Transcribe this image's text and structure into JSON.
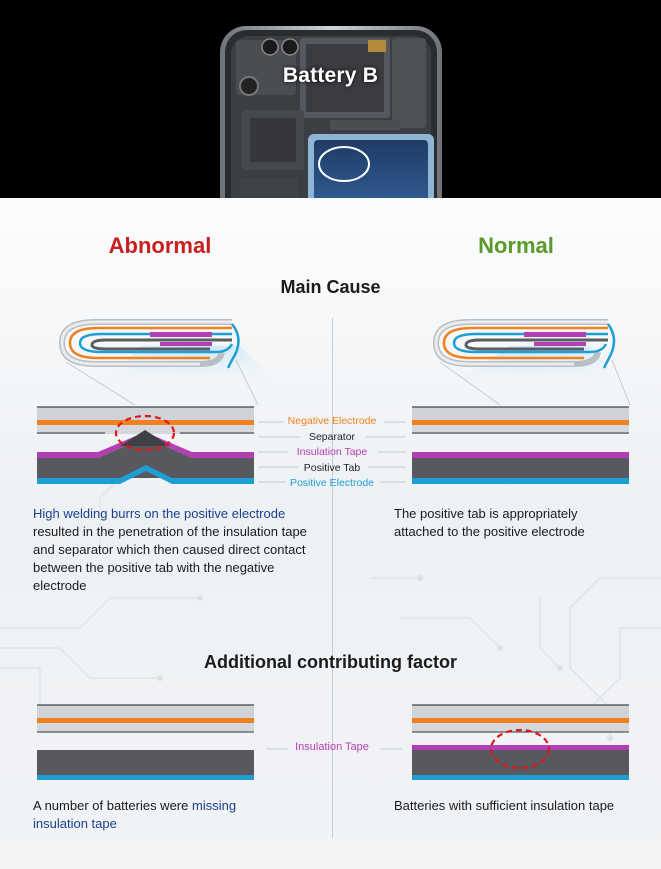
{
  "hero": {
    "title": "Battery B"
  },
  "columns": {
    "abnormal": "Abnormal",
    "normal": "Normal"
  },
  "sections": {
    "main_cause": "Main Cause",
    "additional": "Additional contributing factor"
  },
  "layer_labels": {
    "negative_electrode": "Negative Electrode",
    "separator": "Separator",
    "insulation_tape": "Insulation Tape",
    "positive_tab": "Positive Tab",
    "positive_electrode": "Positive Electrode"
  },
  "main_cause": {
    "abnormal_desc": {
      "highlight": "High welding burrs on the positive electrode",
      "rest": " resulted in the penetration of the insulation tape and separator which then caused direct contact between the positive tab with the negative electrode"
    },
    "normal_desc": "The positive tab is appropriately attached to the positive electrode"
  },
  "additional": {
    "label": "Insulation Tape",
    "abnormal_desc": {
      "plain": "A number of batteries were ",
      "highlight": "missing insulation tape"
    },
    "normal_desc": "Batteries with sufficient insulation tape"
  },
  "colors": {
    "abnormal": "#c8201f",
    "normal": "#5a9a2a",
    "negative_electrode": "#f0811e",
    "insulation_tape": "#b43fb4",
    "positive_electrode": "#1d9fd6",
    "highlight_text": "#1a3f8f",
    "marker": "#e0161b"
  },
  "icons": [
    "phone-internals-image",
    "battery-highlight-ellipse",
    "folded-cell-icon",
    "burr-marker-circle"
  ]
}
